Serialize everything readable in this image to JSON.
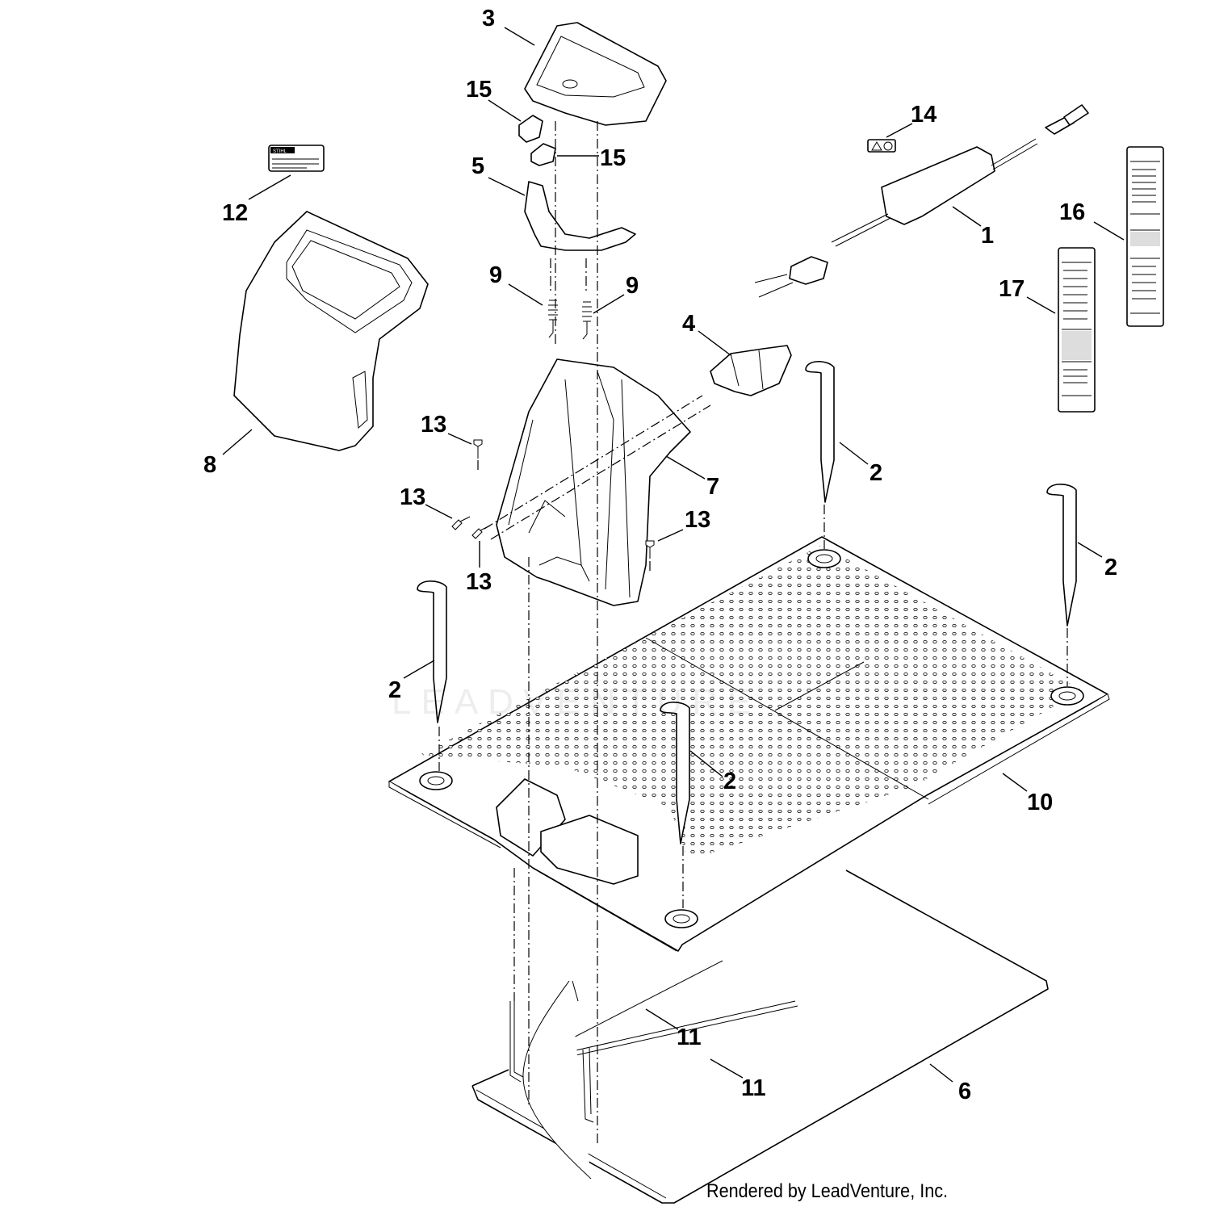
{
  "callouts": {
    "c1": "1",
    "c2a": "2",
    "c2b": "2",
    "c2c": "2",
    "c2d": "2",
    "c3": "3",
    "c4": "4",
    "c5": "5",
    "c6": "6",
    "c7": "7",
    "c8": "8",
    "c9a": "9",
    "c9b": "9",
    "c10": "10",
    "c11a": "11",
    "c11b": "11",
    "c12": "12",
    "c13a": "13",
    "c13b": "13",
    "c13c": "13",
    "c13d": "13",
    "c14": "14",
    "c15a": "15",
    "c15b": "15",
    "c16": "16",
    "c17": "17"
  },
  "labels": {
    "brand": "STIHL"
  },
  "footer": {
    "credit": "Rendered by LeadVenture, Inc."
  },
  "watermark": {
    "text": "LEADVENTURE"
  }
}
